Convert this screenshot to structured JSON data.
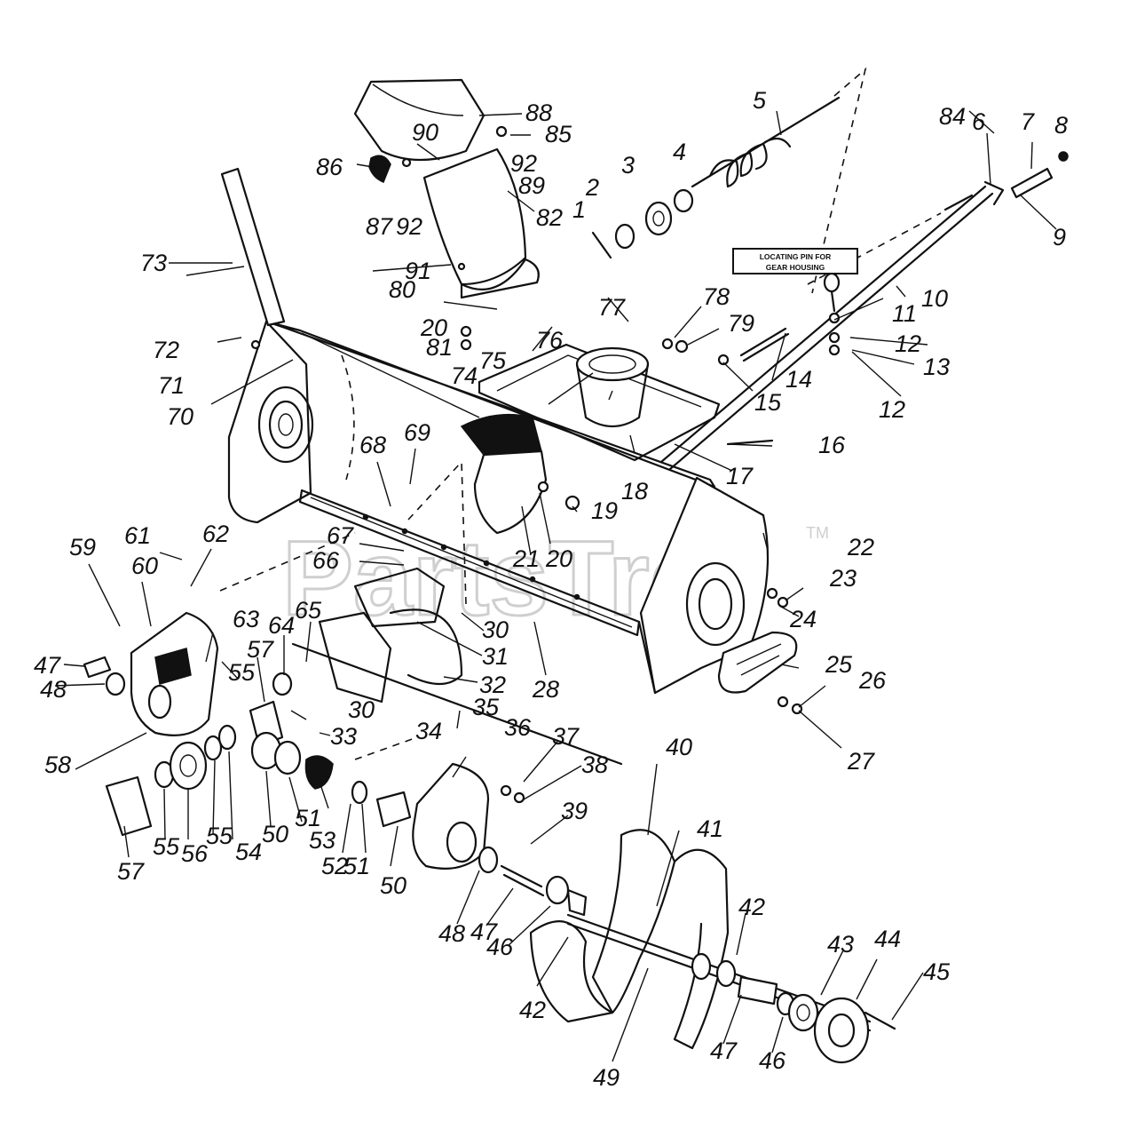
{
  "watermark": {
    "text": "PartsTree",
    "mark": "TM"
  },
  "note": {
    "line1": "LOCATING PIN FOR",
    "line2": "GEAR HOUSING"
  },
  "callouts": [
    {
      "id": "1",
      "text": "1"
    },
    {
      "id": "2",
      "text": "2"
    },
    {
      "id": "3",
      "text": "3"
    },
    {
      "id": "4",
      "text": "4"
    },
    {
      "id": "5",
      "text": "5"
    },
    {
      "id": "6",
      "text": "6"
    },
    {
      "id": "7",
      "text": "7"
    },
    {
      "id": "8",
      "text": "8"
    },
    {
      "id": "9",
      "text": "9"
    },
    {
      "id": "10",
      "text": "10"
    },
    {
      "id": "11",
      "text": "11"
    },
    {
      "id": "12a",
      "text": "12"
    },
    {
      "id": "13",
      "text": "13"
    },
    {
      "id": "12b",
      "text": "12"
    },
    {
      "id": "14",
      "text": "14"
    },
    {
      "id": "15",
      "text": "15"
    },
    {
      "id": "16",
      "text": "16"
    },
    {
      "id": "17",
      "text": "17"
    },
    {
      "id": "18",
      "text": "18"
    },
    {
      "id": "19",
      "text": "19"
    },
    {
      "id": "20a",
      "text": "20"
    },
    {
      "id": "20b",
      "text": "20"
    },
    {
      "id": "21",
      "text": "21"
    },
    {
      "id": "22",
      "text": "22"
    },
    {
      "id": "23",
      "text": "23"
    },
    {
      "id": "24",
      "text": "24"
    },
    {
      "id": "25",
      "text": "25"
    },
    {
      "id": "26",
      "text": "26"
    },
    {
      "id": "27",
      "text": "27"
    },
    {
      "id": "28",
      "text": "28"
    },
    {
      "id": "30a",
      "text": "30"
    },
    {
      "id": "30b",
      "text": "30"
    },
    {
      "id": "31",
      "text": "31"
    },
    {
      "id": "32",
      "text": "32"
    },
    {
      "id": "33",
      "text": "33"
    },
    {
      "id": "34",
      "text": "34"
    },
    {
      "id": "35",
      "text": "35"
    },
    {
      "id": "36",
      "text": "36"
    },
    {
      "id": "37",
      "text": "37"
    },
    {
      "id": "38",
      "text": "38"
    },
    {
      "id": "39",
      "text": "39"
    },
    {
      "id": "40",
      "text": "40"
    },
    {
      "id": "41",
      "text": "41"
    },
    {
      "id": "42a",
      "text": "42"
    },
    {
      "id": "42b",
      "text": "42"
    },
    {
      "id": "43",
      "text": "43"
    },
    {
      "id": "44",
      "text": "44"
    },
    {
      "id": "45",
      "text": "45"
    },
    {
      "id": "46a",
      "text": "46"
    },
    {
      "id": "46b",
      "text": "46"
    },
    {
      "id": "47a",
      "text": "47"
    },
    {
      "id": "47b",
      "text": "47"
    },
    {
      "id": "47c",
      "text": "47"
    },
    {
      "id": "48a",
      "text": "48"
    },
    {
      "id": "48b",
      "text": "48"
    },
    {
      "id": "49",
      "text": "49"
    },
    {
      "id": "50a",
      "text": "50"
    },
    {
      "id": "50b",
      "text": "50"
    },
    {
      "id": "51a",
      "text": "51"
    },
    {
      "id": "51b",
      "text": "51"
    },
    {
      "id": "52",
      "text": "52"
    },
    {
      "id": "53",
      "text": "53"
    },
    {
      "id": "54",
      "text": "54"
    },
    {
      "id": "55a",
      "text": "55"
    },
    {
      "id": "55b",
      "text": "55"
    },
    {
      "id": "55c",
      "text": "55"
    },
    {
      "id": "56",
      "text": "56"
    },
    {
      "id": "57a",
      "text": "57"
    },
    {
      "id": "57b",
      "text": "57"
    },
    {
      "id": "58",
      "text": "58"
    },
    {
      "id": "59",
      "text": "59"
    },
    {
      "id": "60",
      "text": "60"
    },
    {
      "id": "61",
      "text": "61"
    },
    {
      "id": "62",
      "text": "62"
    },
    {
      "id": "63",
      "text": "63"
    },
    {
      "id": "64",
      "text": "64"
    },
    {
      "id": "65",
      "text": "65"
    },
    {
      "id": "66",
      "text": "66"
    },
    {
      "id": "67",
      "text": "67"
    },
    {
      "id": "68",
      "text": "68"
    },
    {
      "id": "69",
      "text": "69"
    },
    {
      "id": "70",
      "text": "70"
    },
    {
      "id": "71",
      "text": "71"
    },
    {
      "id": "72",
      "text": "72"
    },
    {
      "id": "73",
      "text": "73"
    },
    {
      "id": "74",
      "text": "74"
    },
    {
      "id": "75",
      "text": "75"
    },
    {
      "id": "76",
      "text": "76"
    },
    {
      "id": "77",
      "text": "77"
    },
    {
      "id": "78",
      "text": "78"
    },
    {
      "id": "79",
      "text": "79"
    },
    {
      "id": "80",
      "text": "80"
    },
    {
      "id": "81",
      "text": "81"
    },
    {
      "id": "82",
      "text": "82"
    },
    {
      "id": "84",
      "text": "84"
    },
    {
      "id": "85",
      "text": "85"
    },
    {
      "id": "86",
      "text": "86"
    },
    {
      "id": "87",
      "text": "87"
    },
    {
      "id": "88",
      "text": "88"
    },
    {
      "id": "89",
      "text": "89"
    },
    {
      "id": "90",
      "text": "90"
    },
    {
      "id": "91",
      "text": "91"
    },
    {
      "id": "92a",
      "text": "92"
    },
    {
      "id": "92b",
      "text": "92"
    }
  ]
}
